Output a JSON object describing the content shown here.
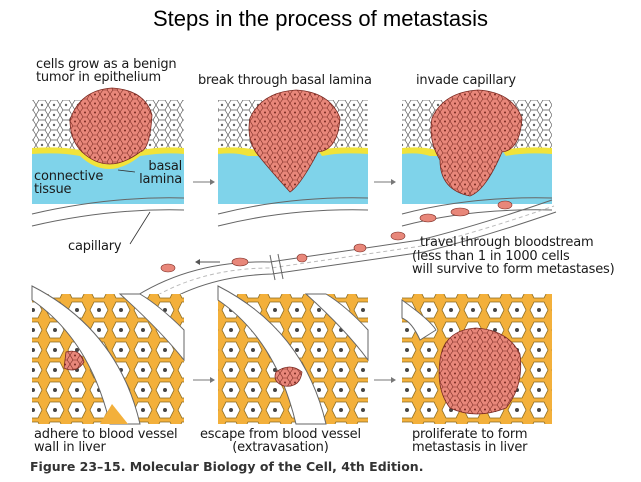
{
  "title": "Steps in the process of metastasis",
  "labels": {
    "step1": "cells grow as a benign\ntumor in epithelium",
    "step2": "break through basal lamina",
    "step3": "invade capillary",
    "basal_lamina": "basal\nlamina",
    "connective_tissue": "connective\ntissue",
    "capillary": "capillary",
    "travel": "travel through bloodstream",
    "travel_note": "(less than 1 in 1000 cells\nwill survive to form metastases)",
    "step4": "adhere to blood vessel\nwall in liver",
    "step5": "escape from blood vessel\n(extravasation)",
    "step6": "proliferate to form\nmetastasis in liver"
  },
  "caption": "Figure 23–15. Molecular Biology of the Cell, 4th Edition.",
  "colors": {
    "tumor": "#e8877a",
    "connective": "#7fd3ea",
    "lamina": "#f1e33a",
    "liver_gold": "#f3b03b"
  }
}
